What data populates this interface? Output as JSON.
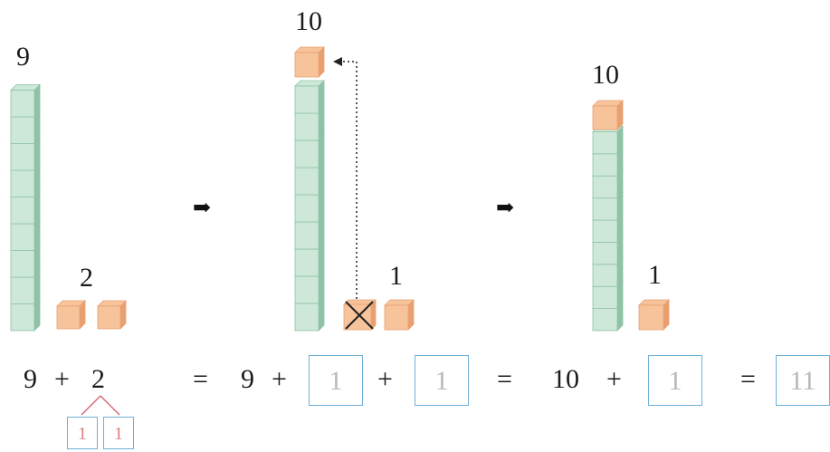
{
  "stage1": {
    "tens_label": "9",
    "ones_label": "2",
    "green_cubes": 9,
    "orange_cubes": 2
  },
  "stage2": {
    "tens_label": "10",
    "ones_label": "1",
    "green_cubes": 9,
    "moved_cubes": 1,
    "crossed_cubes": 1,
    "orange_cubes": 1
  },
  "stage3": {
    "tens_label": "10",
    "ones_label": "1",
    "green_cubes": 9,
    "orange_top": 1,
    "orange_cubes": 1
  },
  "equation": {
    "part1": {
      "a": "9",
      "op": "+",
      "b": "2"
    },
    "split_boxes": [
      "1",
      "1"
    ],
    "eq1": "=",
    "part2": {
      "a": "9",
      "op1": "+",
      "box1": "1",
      "op2": "+",
      "box2": "1"
    },
    "eq2": "=",
    "part3": {
      "a": "10",
      "op": "+",
      "box": "1"
    },
    "eq3": "=",
    "result_box": "11"
  },
  "colors": {
    "green_cube": "#cde8d9",
    "green_edge": "#8fc2a6",
    "orange_cube": "#f7c39a",
    "orange_edge": "#e9a071",
    "answer_border": "#6fb0d8",
    "answer_text": "#b8b8b8",
    "split_line": "#d56a7a"
  },
  "icons": [
    "right-arrow-icon",
    "right-arrow-icon",
    "dotted-move-arrow-icon",
    "cross-mark-icon"
  ]
}
